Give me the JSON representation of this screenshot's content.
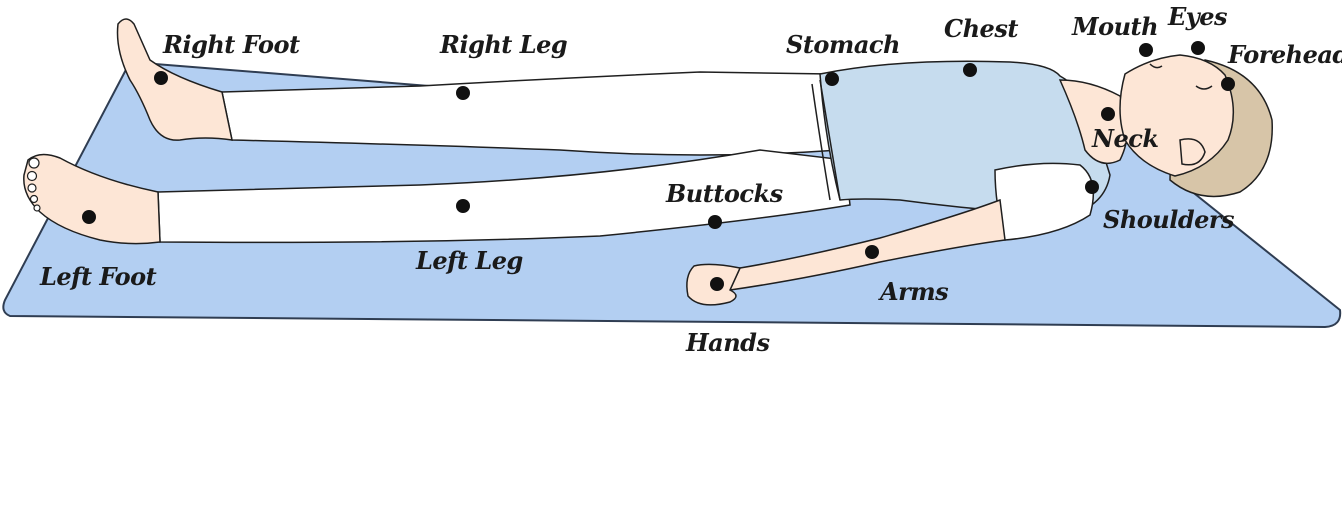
{
  "diagram": {
    "labels": {
      "right_foot": "Right Foot",
      "right_leg": "Right Leg",
      "stomach": "Stomach",
      "chest": "Chest",
      "mouth": "Mouth",
      "eyes": "Eyes",
      "forehead": "Forehead",
      "neck": "Neck",
      "shoulders": "Shoulders",
      "buttocks": "Buttocks",
      "arms": "Arms",
      "hands": "Hands",
      "left_leg": "Left Leg",
      "left_foot": "Left Foot"
    },
    "colors": {
      "mat": "#b3cff2",
      "mat_edge": "#2f3d52",
      "skin": "#fde6d6",
      "shirt": "#c6dcee",
      "pants": "#ffffff",
      "hair": "#d7c5a8",
      "outline": "#1f1f1f",
      "marker": "#111111"
    }
  }
}
